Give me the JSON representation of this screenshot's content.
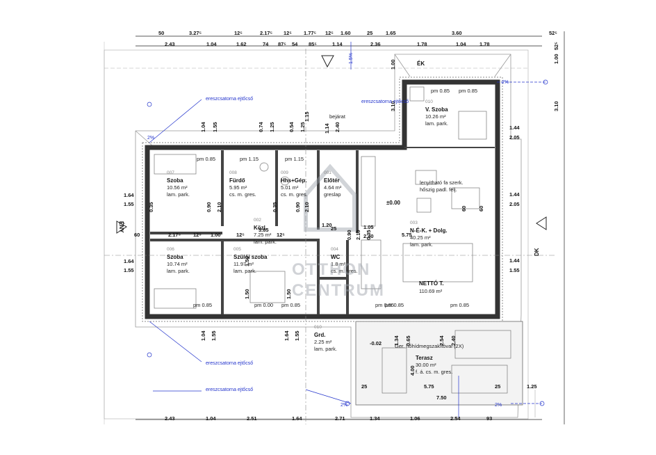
{
  "dims_top_row1": [
    "50",
    "3.27⁵",
    "12⁵",
    "2.17⁵",
    "12⁵",
    "1.77⁵",
    "12⁵",
    "1.60",
    "25",
    "1.65",
    "3.60",
    "52⁵"
  ],
  "dims_top_row2": [
    "2.43",
    "1.04",
    "1.62",
    "74",
    "87⁵",
    "54",
    "85⁵",
    "1.14",
    "2.36",
    "1.78",
    "1.04",
    "1.78"
  ],
  "dims_bottom": [
    "2.43",
    "1.04",
    "2.51",
    "1.64",
    "2.71",
    "1.34",
    "1.06",
    "2.54",
    "93"
  ],
  "dims_right": [
    "52⁵",
    "1.00",
    "3.10",
    "1.44",
    "2.05",
    "1.44",
    "2.05",
    "1.44",
    "1.55"
  ],
  "dims_left": [
    "1.64",
    "1.55",
    "60",
    "1.64",
    "1.55"
  ],
  "dims_misc": [
    "1.00",
    "3.10",
    "1.15",
    "2.40",
    "1.04",
    "1.55",
    "0.74",
    "1.25",
    "0.54",
    "1.25",
    "1.14",
    "0.90",
    "2.10",
    "0.35",
    "0.90",
    "2.10",
    "0.35",
    "0.90",
    "2.10",
    "0.35",
    "2.17⁵",
    "12⁵",
    "1.00",
    "12⁵",
    "3.85",
    "12⁵",
    "1.20",
    "25",
    "1.05",
    "2.40",
    "5.75",
    "60",
    "60",
    "1.50",
    "1.50",
    "1.50",
    "1.34",
    "0.65",
    "2.54",
    "2.40",
    "4.00",
    "25",
    "5.75",
    "25",
    "1.25",
    "7.50",
    "1.04",
    "1.55",
    "1.64",
    "1.55",
    "-0.02"
  ],
  "pm_labels": [
    "pm 0.85",
    "pm 1.15",
    "pm 1.15",
    "pm 0.85",
    "pm 0.85",
    "pm 0.85",
    "pm 0.85",
    "pm 0.85",
    "pm 0.00",
    "pm 0.85",
    "pm 0.85"
  ],
  "orientation": {
    "north": "ÉK",
    "east": "DK",
    "west": "ÉNY",
    "slope_top": "1.5%"
  },
  "gutter_label": "ereszcsatorna ejtőcső",
  "slope": "2%",
  "bejarat": "bejárat",
  "rooms": [
    {
      "id": "007",
      "name": "Szoba",
      "area": "10.56 m²",
      "floor": "lam. park."
    },
    {
      "id": "008",
      "name": "Fürdő",
      "area": "5.95 m²",
      "floor": "cs. m. gres."
    },
    {
      "id": "009",
      "name": "Hhs+Gép.",
      "area": "5.01 m²",
      "floor": "cs. m. gres."
    },
    {
      "id": "001",
      "name": "Előtér",
      "area": "4.64 m²",
      "floor": "greslap"
    },
    {
      "id": "002",
      "name": "Közl.",
      "area": "7.25 m²",
      "floor": "lam. park."
    },
    {
      "id": "003",
      "name": "N-É-K. + Dolg.",
      "area": "40.25 m²",
      "floor": "lam. park."
    },
    {
      "id": "006",
      "name": "Szoba",
      "area": "10.74 m²",
      "floor": "lam. park."
    },
    {
      "id": "005",
      "name": "Szülői szoba",
      "area": "11.97 m²",
      "floor": "lam. park."
    },
    {
      "id": "004",
      "name": "WC",
      "area": "1.8 m²",
      "floor": "cs. m. gres."
    },
    {
      "id": "010",
      "name": "V. Szoba",
      "area": "10.26 m²",
      "floor": "lam. park."
    },
    {
      "id": "010",
      "name": "Grd.",
      "area": "2.25 m²",
      "floor": "lam. park."
    },
    {
      "id": "",
      "name": "Terasz",
      "area": "30.00 m²",
      "floor": "f. á. cs. m. gres."
    }
  ],
  "netto": {
    "label": "NETTÓ T.",
    "value": "110.69 m²"
  },
  "level": "±0.00",
  "notes": {
    "ceiling": "lenyitható fa szerk.",
    "ceiling2": "hőszig padl. felj.",
    "terrace": "Ger. hőhídmegszakítóval (2X)"
  },
  "watermark": {
    "line1": "OTTHON",
    "line2": "CENTRUM"
  }
}
